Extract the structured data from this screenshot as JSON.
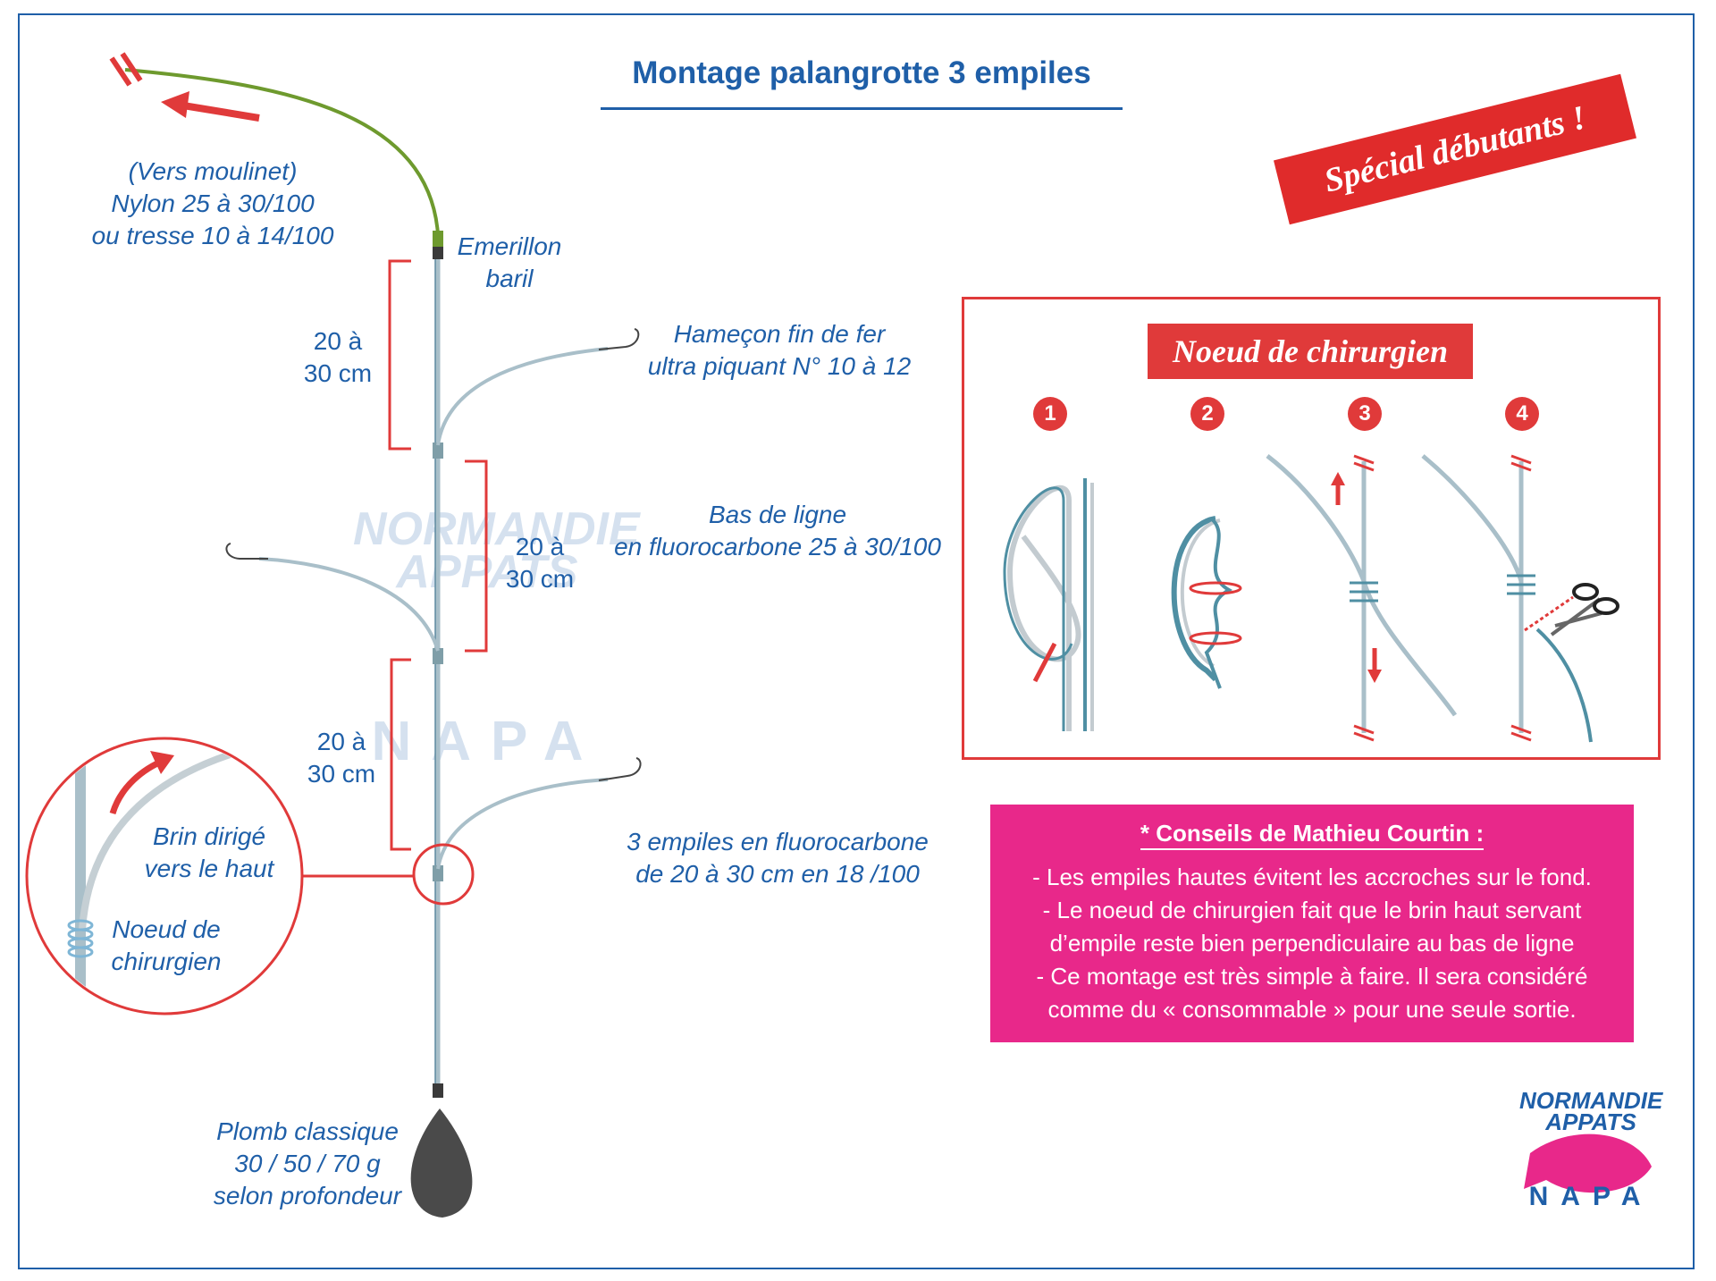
{
  "title": "Montage palangrotte 3 empiles",
  "badge": "Spécial débutants !",
  "labels": {
    "reel_line": [
      "(Vers moulinet)",
      "Nylon 25 à 30/100",
      "ou tresse 10 à 14/100"
    ],
    "swivel": [
      "Emerillon",
      "baril"
    ],
    "hook": [
      "Hameçon fin de fer",
      "ultra piquant N° 10 à 12"
    ],
    "leader": [
      "Bas de ligne",
      "en fluorocarbone 25 à 30/100"
    ],
    "snoods": [
      "3 empiles en fluorocarbone",
      "de 20 à 30 cm en 18 /100"
    ],
    "sinker": [
      "Plomb classique",
      "30 / 50 / 70 g",
      "selon profondeur"
    ],
    "spacing_1": [
      "20 à",
      "30 cm"
    ],
    "spacing_2": [
      "20 à",
      "30 cm"
    ],
    "spacing_3": [
      "20 à",
      "30 cm"
    ],
    "zoom_branch": [
      "Brin dirigé",
      "vers le haut"
    ],
    "zoom_knot": [
      "Noeud de",
      "chirurgien"
    ]
  },
  "knot": {
    "title": "Noeud de chirurgien",
    "steps": [
      "1",
      "2",
      "3",
      "4"
    ]
  },
  "tips": {
    "heading": "* Conseils de Mathieu Courtin :",
    "lines": [
      "- Les empiles hautes évitent les accroches sur le fond.",
      "- Le noeud de chirurgien fait que le brin haut servant",
      "d’empile reste bien perpendiculaire au bas de ligne",
      "- Ce montage est très simple à faire. Il sera considéré",
      "comme du « consommable » pour une seule sortie."
    ]
  },
  "logo": {
    "line1": "NORMANDIE",
    "line2": "APPATS",
    "line3": "NAPA"
  },
  "colors": {
    "accent_blue": "#1f5fa8",
    "accent_red": "#e03a3a",
    "tips_pink": "#e8288a",
    "line_green": "#6e9a2e",
    "fluoro": "#a9bfc9"
  }
}
